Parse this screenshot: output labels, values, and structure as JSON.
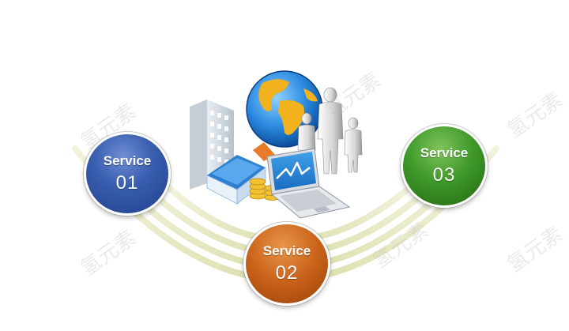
{
  "services": [
    {
      "label": "Service",
      "number": "01",
      "color": "#3a5fb0"
    },
    {
      "label": "Service",
      "number": "02",
      "color": "#cc661c"
    },
    {
      "label": "Service",
      "number": "03",
      "color": "#3f9a2a"
    }
  ],
  "watermark": "氢元素",
  "icons": [
    "office-building-icon",
    "globe-icon",
    "people-icon",
    "money-icon",
    "laptop-icon"
  ]
}
